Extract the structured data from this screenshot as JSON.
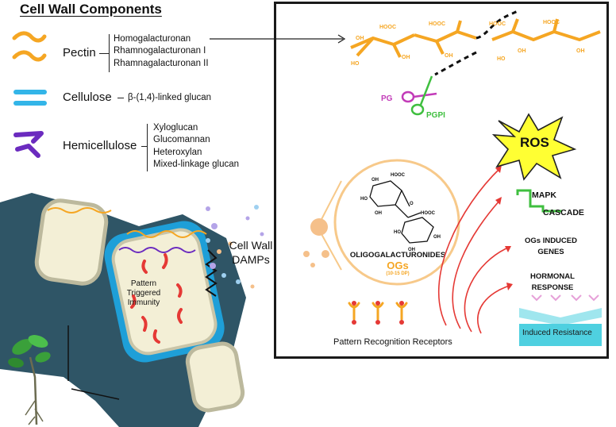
{
  "title": "Cell Wall Components",
  "components": {
    "pectin": {
      "label": "Pectin",
      "subtypes": [
        "Homogalacturonan",
        "Rhamnogalacturonan I",
        "Rhamnagalacturonan II"
      ]
    },
    "cellulose": {
      "label": "Cellulose",
      "subtype": "β-(1,4)-linked glucan"
    },
    "hemicellulose": {
      "label": "Hemicellulose",
      "subtypes": [
        "Xyloglucan",
        "Glucomannan",
        "Heteroxylan",
        "Mixed-linkage glucan"
      ]
    }
  },
  "cell": {
    "pti_lines": [
      "Pattern",
      "Triggered",
      "Immunity"
    ]
  },
  "damps": {
    "lines": [
      "Cell Wall",
      "DAMPs"
    ]
  },
  "enzymes": {
    "pg": "PG",
    "pgpi": "PGPI"
  },
  "chain": {
    "hooc": "HOOC",
    "oh": "OH",
    "ho": "HO",
    "o": "O"
  },
  "og_circle": {
    "name": "OLIGOGALACTURONIDES",
    "abbr": "OGs",
    "dp": "(10-15 DP)"
  },
  "responses": {
    "ros": "ROS",
    "mapk": "MAPK",
    "cascade": "CASCADE",
    "genes": [
      "OGs INDUCED",
      "GENES"
    ],
    "hormonal": [
      "HORMONAL",
      "RESPONSE"
    ],
    "resistance": "Induced Resistance"
  },
  "receptors": {
    "label": "Pattern Recognition Receptors"
  },
  "colors": {
    "pectin": "#f5a623",
    "cellulose": "#33b5e8",
    "hemicellulose": "#6b2bbf",
    "pg": "#c23bb8",
    "pgpi": "#3fbf3f",
    "ros": "#ffff33",
    "mapk": "#3fbf3f",
    "arrows": "#e53935",
    "resistance": "#4fd0e0",
    "cell_dark": "#2f5566",
    "og_circle": "#f7c98a"
  }
}
